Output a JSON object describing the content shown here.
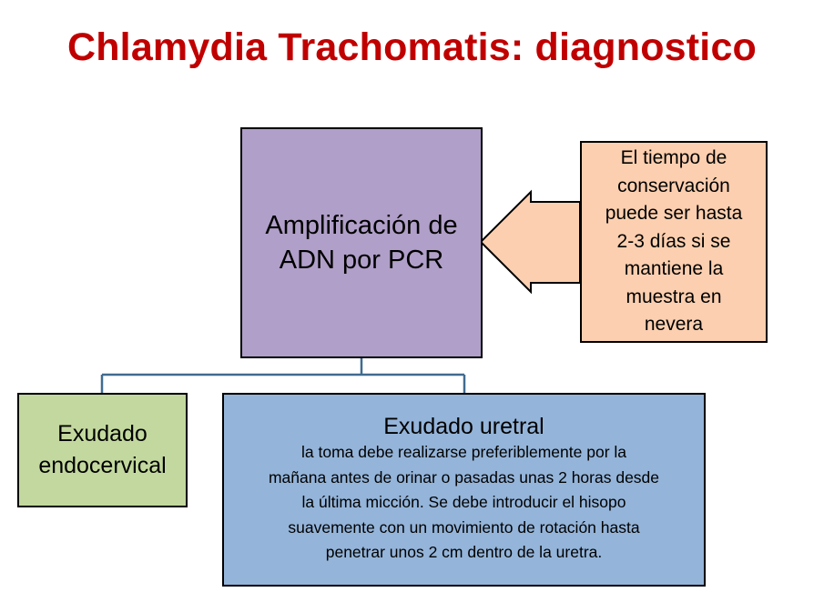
{
  "title": "Chlamydia Trachomatis: diagnostico",
  "main_box": {
    "text": "Amplificación de\nADN por PCR"
  },
  "note_box": {
    "text": "El tiempo de\nconservación\npuede ser hasta\n2-3 días  si se\nmantiene la\nmuestra en\nnevera"
  },
  "left_box": {
    "text": "Exudado\nendocervical"
  },
  "right_box": {
    "title": "Exudado uretral",
    "body": "la toma  debe realizarse preferiblemente por la\nmañana antes de orinar o pasadas unas 2 horas desde\nla última micción. Se debe introducir el hisopo\nsuavemente con un movimiento  de rotación hasta\npenetrar unos 2 cm dentro de la uretra."
  },
  "colors": {
    "title": "#c00000",
    "main_box": "#b09fc8",
    "note_box": "#fbcfaf",
    "left_box": "#c3d89e",
    "right_box": "#94b4d9",
    "connector": "#416b8f"
  }
}
